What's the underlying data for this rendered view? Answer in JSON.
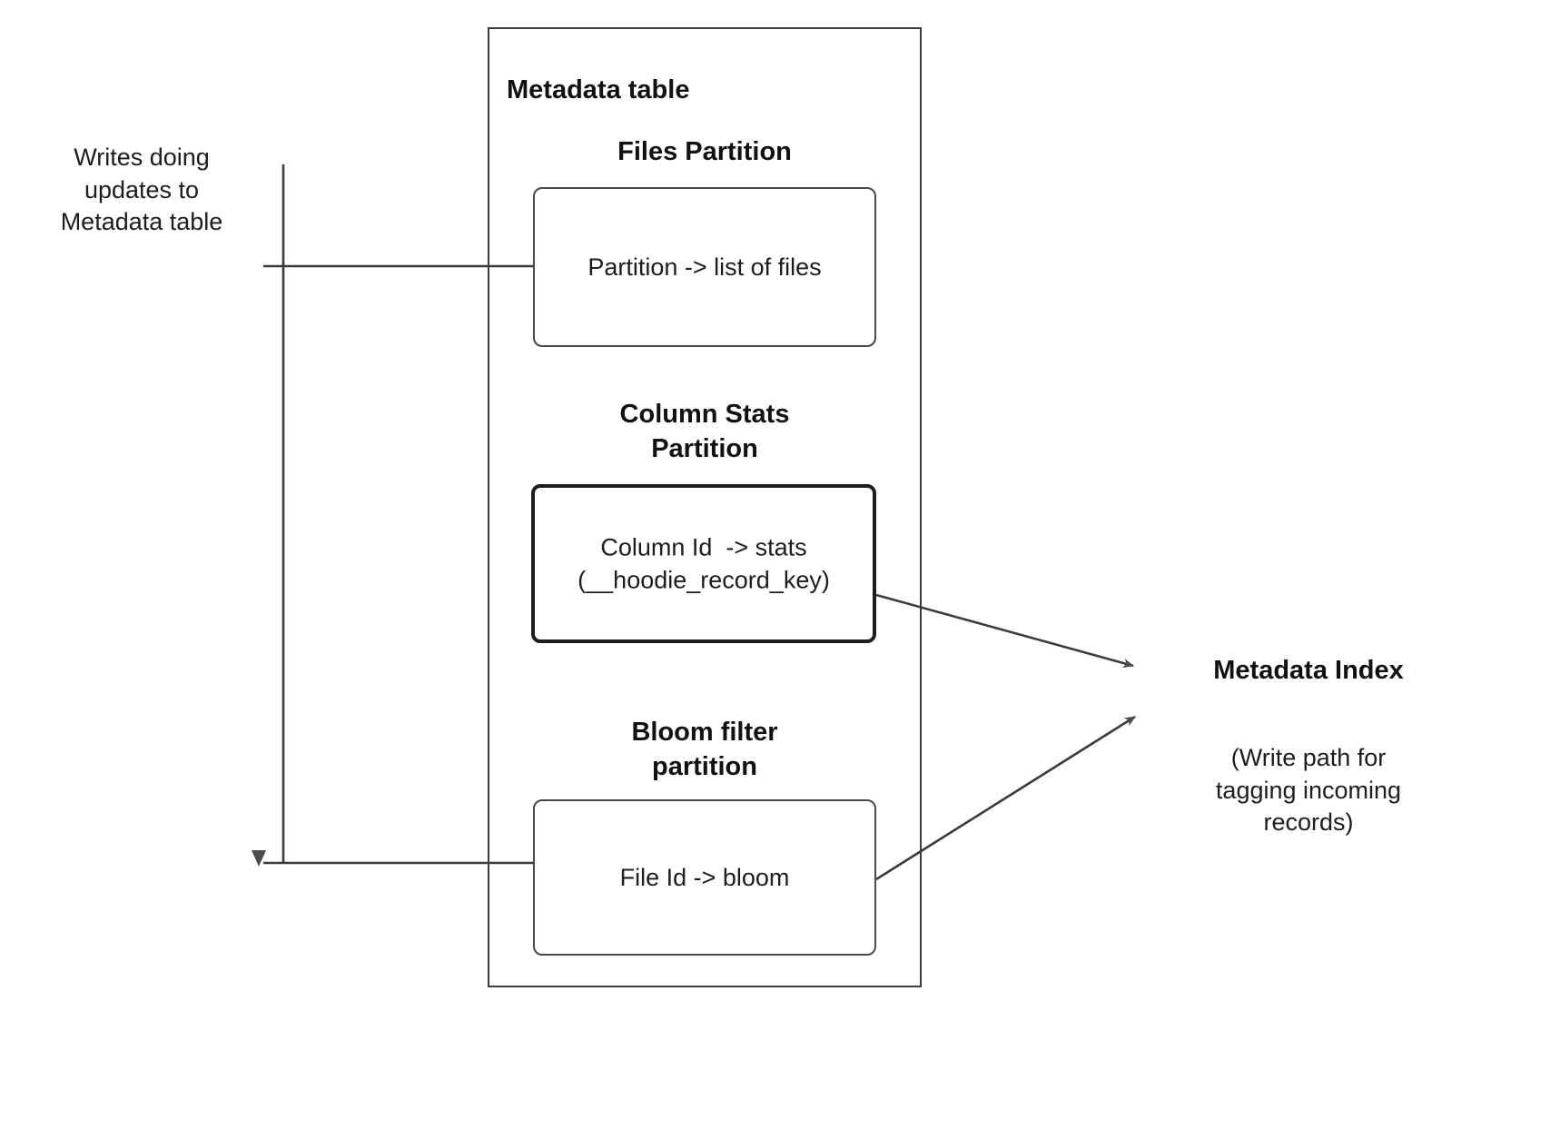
{
  "diagram": {
    "title_note": "Writes doing\nupdates to\nMetadata table",
    "metadata_table": {
      "label": "Metadata table",
      "partitions": [
        {
          "heading": "Files Partition",
          "box_text": "Partition -> list of files",
          "emphasis": false
        },
        {
          "heading": "Column Stats\nPartition",
          "box_text": "Column Id  -> stats\n(__hoodie_record_key)",
          "emphasis": true
        },
        {
          "heading": "Bloom filter\npartition",
          "box_text": "File Id -> bloom",
          "emphasis": false
        }
      ]
    },
    "metadata_index": {
      "label": "Metadata Index",
      "description": "(Write path for\ntagging incoming\nrecords)"
    },
    "colors": {
      "stroke": "#3b3b3b",
      "box_stroke": "#4a4a4a",
      "emphasis_stroke": "#1d1d1d",
      "arrow_fill": "#4d4d4d",
      "text": "#1d1d1d",
      "background": "#ffffff"
    }
  }
}
